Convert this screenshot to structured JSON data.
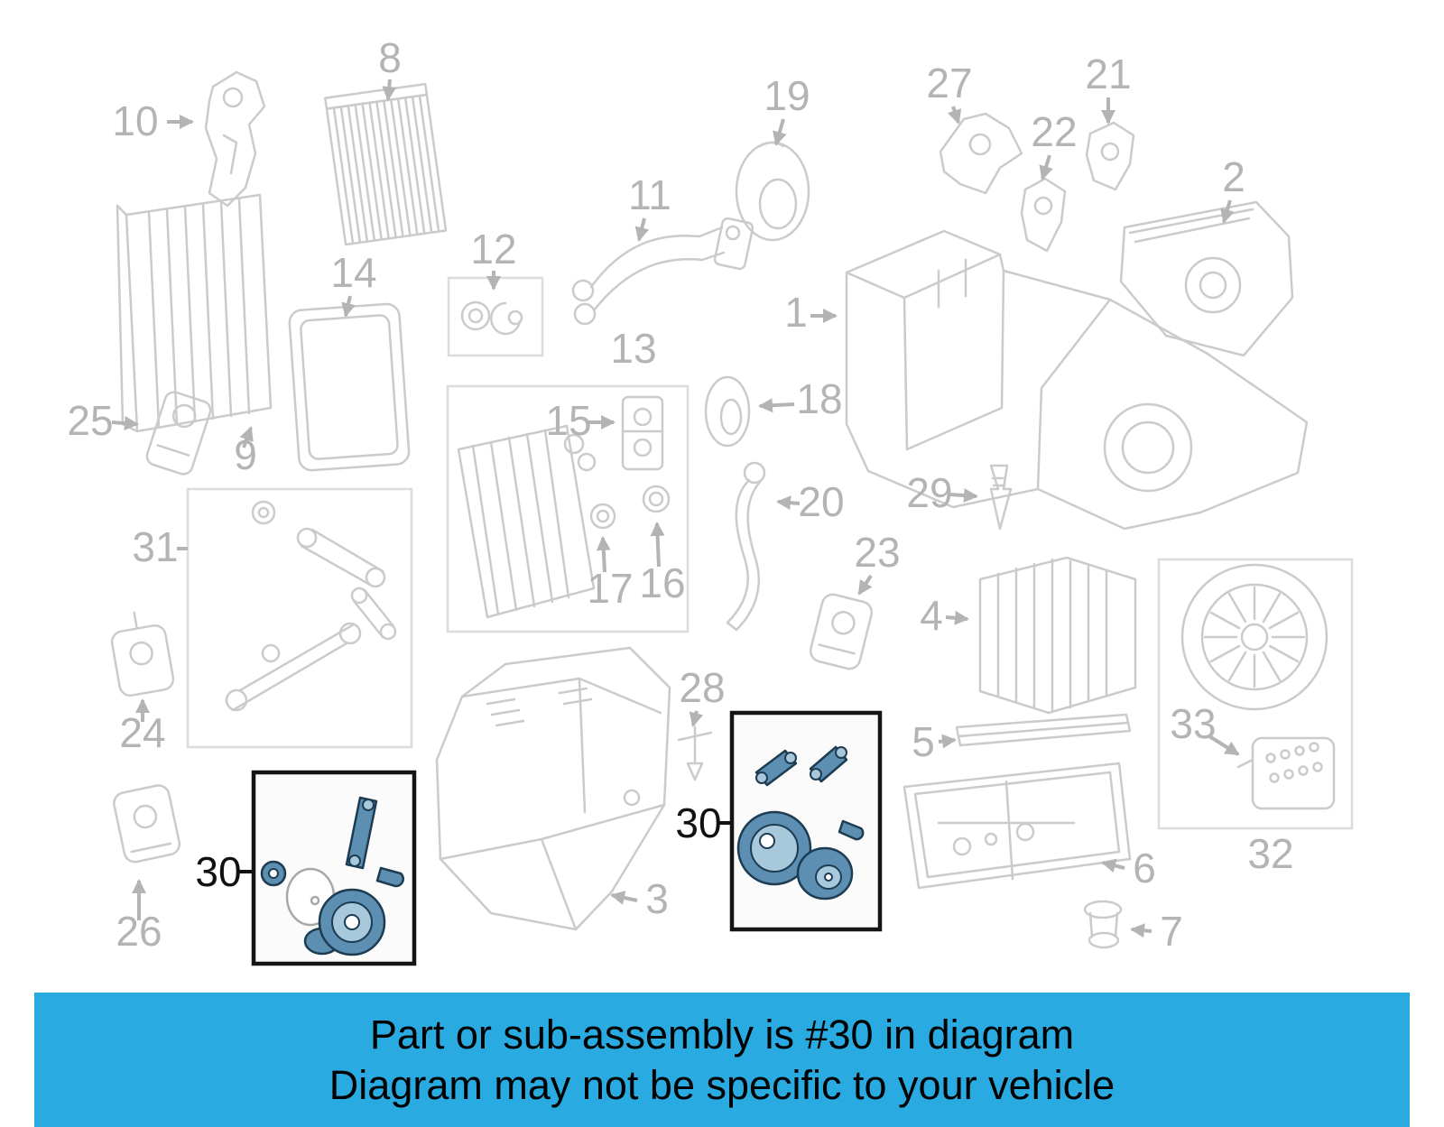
{
  "colors": {
    "banner-bg": "#29abe2",
    "line-gray": "#cbcbcb",
    "num-gray": "#b4b4b4",
    "label-black": "#111111",
    "part-blue": "#5d8fb3",
    "part-blue-dark": "#1d3c52",
    "part-blue-light": "#a8c8dc",
    "box-bg": "#fbfbfb"
  },
  "banner": {
    "line1": "Part or sub-assembly is #30 in diagram",
    "line2": "Diagram may not be specific to your vehicle"
  },
  "highlight": {
    "label": "30"
  },
  "callouts": {
    "n1": "1",
    "n2": "2",
    "n3": "3",
    "n4": "4",
    "n5": "5",
    "n6": "6",
    "n7": "7",
    "n8": "8",
    "n9": "9",
    "n10": "10",
    "n11": "11",
    "n12": "12",
    "n13": "13",
    "n14": "14",
    "n15": "15",
    "n16": "16",
    "n17": "17",
    "n18": "18",
    "n19": "19",
    "n20": "20",
    "n21": "21",
    "n22": "22",
    "n23": "23",
    "n24": "24",
    "n25": "25",
    "n26": "26",
    "n27": "27",
    "n28": "28",
    "n29": "29",
    "n31": "31",
    "n32": "32",
    "n33": "33"
  }
}
